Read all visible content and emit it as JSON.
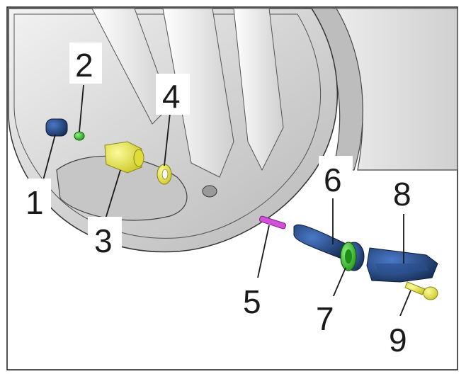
{
  "figure": {
    "callouts": [
      {
        "id": "1",
        "text": "1"
      },
      {
        "id": "2",
        "text": "2"
      },
      {
        "id": "3",
        "text": "3"
      },
      {
        "id": "4",
        "text": "4"
      },
      {
        "id": "5",
        "text": "5"
      },
      {
        "id": "6",
        "text": "6"
      },
      {
        "id": "7",
        "text": "7"
      },
      {
        "id": "8",
        "text": "8"
      },
      {
        "id": "9",
        "text": "9"
      }
    ],
    "part_colors": {
      "valve_cap": "#1f3f7a",
      "valve_core_green": "#3ecf2a",
      "union_nut": "#e6e33a",
      "washer": "#e6e33a",
      "valve_insert": "#d24fd8",
      "valve_stem": "#1f3f7a",
      "seal_ring": "#3ecf2a",
      "tpms_sensor": "#1f3f7a",
      "torx_screw": "#e6e33a",
      "rim": "#d6d6d6",
      "tyre": "#e9e9e9"
    }
  }
}
